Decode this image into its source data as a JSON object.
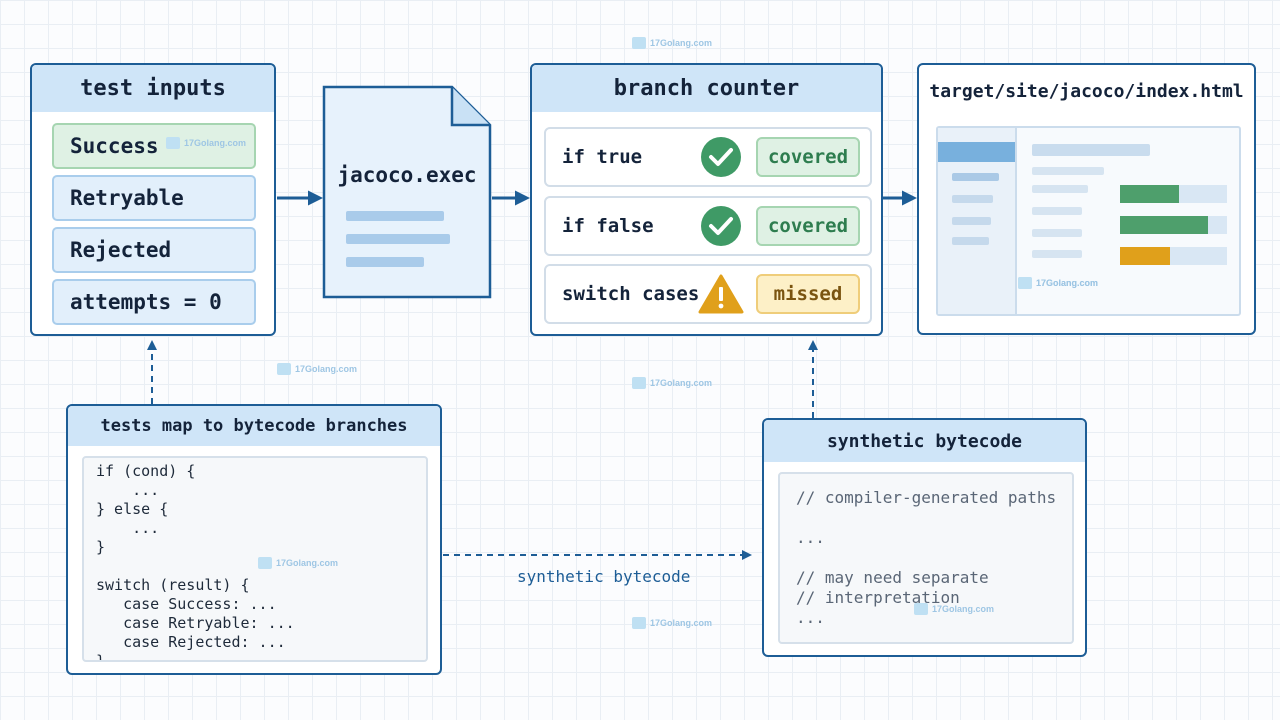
{
  "test_inputs": {
    "title": "test inputs",
    "items": [
      "Success",
      "Retryable",
      "Rejected",
      "attempts = 0"
    ]
  },
  "exec_file": {
    "name": "jacoco.exec"
  },
  "branch_counter": {
    "title": "branch counter",
    "rows": [
      {
        "label": "if true",
        "status": "covered",
        "icon": "check-circle-icon"
      },
      {
        "label": "if false",
        "status": "covered",
        "icon": "check-circle-icon"
      },
      {
        "label": "switch cases",
        "status": "missed",
        "icon": "warning-icon"
      }
    ]
  },
  "report": {
    "title": "target/site/jacoco/index.html",
    "coverage_fractions": [
      0.55,
      0.82,
      0.47
    ]
  },
  "mapping": {
    "title": "tests map to bytecode branches",
    "code": "if (cond) {\n    ...\n} else {\n    ...\n}\n\nswitch (result) {\n   case Success: ...\n   case Retryable: ...\n   case Rejected: ...\n}"
  },
  "synthetic": {
    "title": "synthetic bytecode",
    "code": "// compiler-generated paths\n\n...\n\n// may need separate\n// interpretation\n..."
  },
  "flow_label": "synthetic bytecode",
  "watermark": "17Golang.com",
  "colors": {
    "accent": "#1d5d96",
    "header": "#cfe5f8",
    "covered": "#3f9a66",
    "missed": "#e0a01b"
  }
}
